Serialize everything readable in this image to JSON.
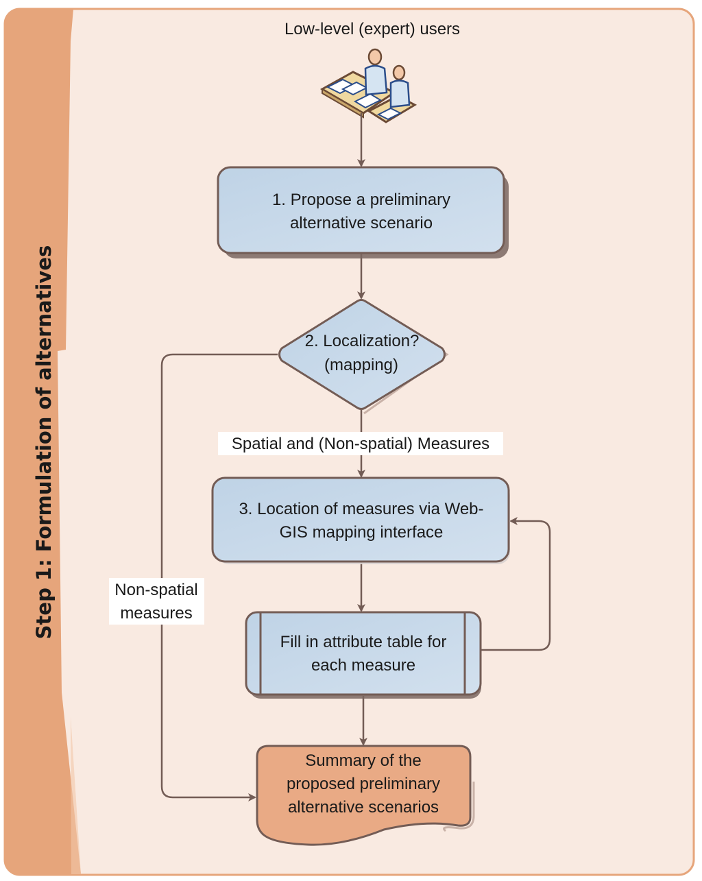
{
  "diagram": {
    "lane_title": "Step 1: Formulation of alternatives",
    "actor": {
      "label": "Low-level (expert) users",
      "icon": "users-at-desk-icon"
    },
    "nodes": [
      {
        "id": "propose",
        "shape": "rounded-rectangle",
        "lines": [
          "1. Propose a preliminary",
          "alternative scenario"
        ]
      },
      {
        "id": "localization",
        "shape": "decision-diamond",
        "lines": [
          "2. Localization?",
          "(mapping)"
        ]
      },
      {
        "id": "location",
        "shape": "rounded-rectangle",
        "lines": [
          "3. Location of measures via Web-",
          "GIS mapping interface"
        ]
      },
      {
        "id": "attribute",
        "shape": "predefined-process",
        "lines": [
          "Fill in attribute table for",
          "each measure"
        ]
      },
      {
        "id": "summary",
        "shape": "document",
        "lines": [
          "Summary of the",
          "proposed preliminary",
          "alternative scenarios"
        ]
      }
    ],
    "edges": [
      {
        "from": "actor",
        "to": "propose",
        "label": ""
      },
      {
        "from": "propose",
        "to": "localization",
        "label": ""
      },
      {
        "from": "localization",
        "to": "location",
        "label": "Spatial and (Non-spatial) Measures"
      },
      {
        "from": "localization",
        "to": "summary",
        "label_lines": [
          "Non-spatial",
          "measures"
        ]
      },
      {
        "from": "location",
        "to": "attribute",
        "label": ""
      },
      {
        "from": "attribute",
        "to": "location",
        "label": ""
      },
      {
        "from": "attribute",
        "to": "summary",
        "label": ""
      }
    ],
    "colors": {
      "lane_band": "#E6A57B",
      "panel_bg": "#F9EAE1",
      "panel_border": "#E6A57B",
      "process_fill": "#C3D6E8",
      "summary_fill": "#E9AA85",
      "stroke": "#735C55",
      "label_bg": "#FFFFFF"
    }
  }
}
